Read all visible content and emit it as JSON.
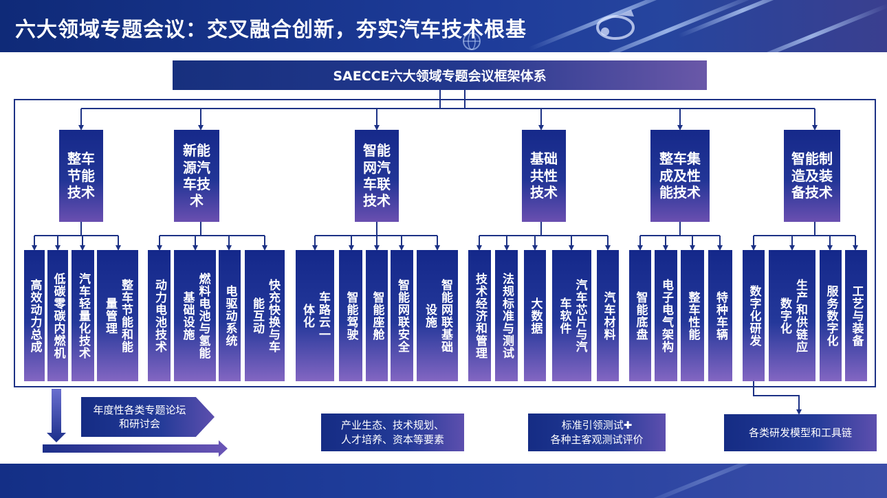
{
  "header": {
    "title": "六大领域专题会议：交叉融合创新，夯实汽车技术根基"
  },
  "framework": {
    "title": "SAECCE六大领域专题会议框架体系"
  },
  "domains": [
    {
      "label": "整车\n节能\n技术",
      "subs": [
        "高效动力总成",
        "低碳零碳内燃机",
        "汽车轻量化技术",
        "整车节能和能量管理"
      ]
    },
    {
      "label": "新能\n源汽\n车技\n术",
      "subs": [
        "动力电池技术",
        "燃料电池与氢能基础设施",
        "电驱动系统",
        "快充快换与车能互动"
      ]
    },
    {
      "label": "智能\n网汽\n车联\n技术",
      "subs": [
        "车路云一体化",
        "智能驾驶",
        "智能座舱",
        "智能网联安全",
        "智能网联基础设施"
      ]
    },
    {
      "label": "基础\n共性\n技术",
      "subs": [
        "技术经济和管理",
        "法规标准与测试",
        "大数据",
        "汽车芯片与汽车软件",
        "汽车材料"
      ]
    },
    {
      "label": "整车集\n成及性\n能技术",
      "subs": [
        "智能底盘",
        "电子电气架构",
        "整车性能",
        "特种车辆"
      ]
    },
    {
      "label": "智能制\n造及装\n备技术",
      "subs": [
        "数字化研发",
        "生产和供链应数字化",
        "服务数字化",
        "工艺与装备"
      ]
    }
  ],
  "notes": {
    "forum": "年度性各类专题论坛\n和研讨会",
    "ecosystem": "产业生态、技术规划、\n人才培养、资本等要素",
    "testing": "标准引领测试✚\n各种主客观测试评价",
    "toolchain": "各类研发模型和工具链"
  },
  "colors": {
    "navy": "#1c3185",
    "purple": "#6a4fb0",
    "accent": "#2a3fa0"
  }
}
